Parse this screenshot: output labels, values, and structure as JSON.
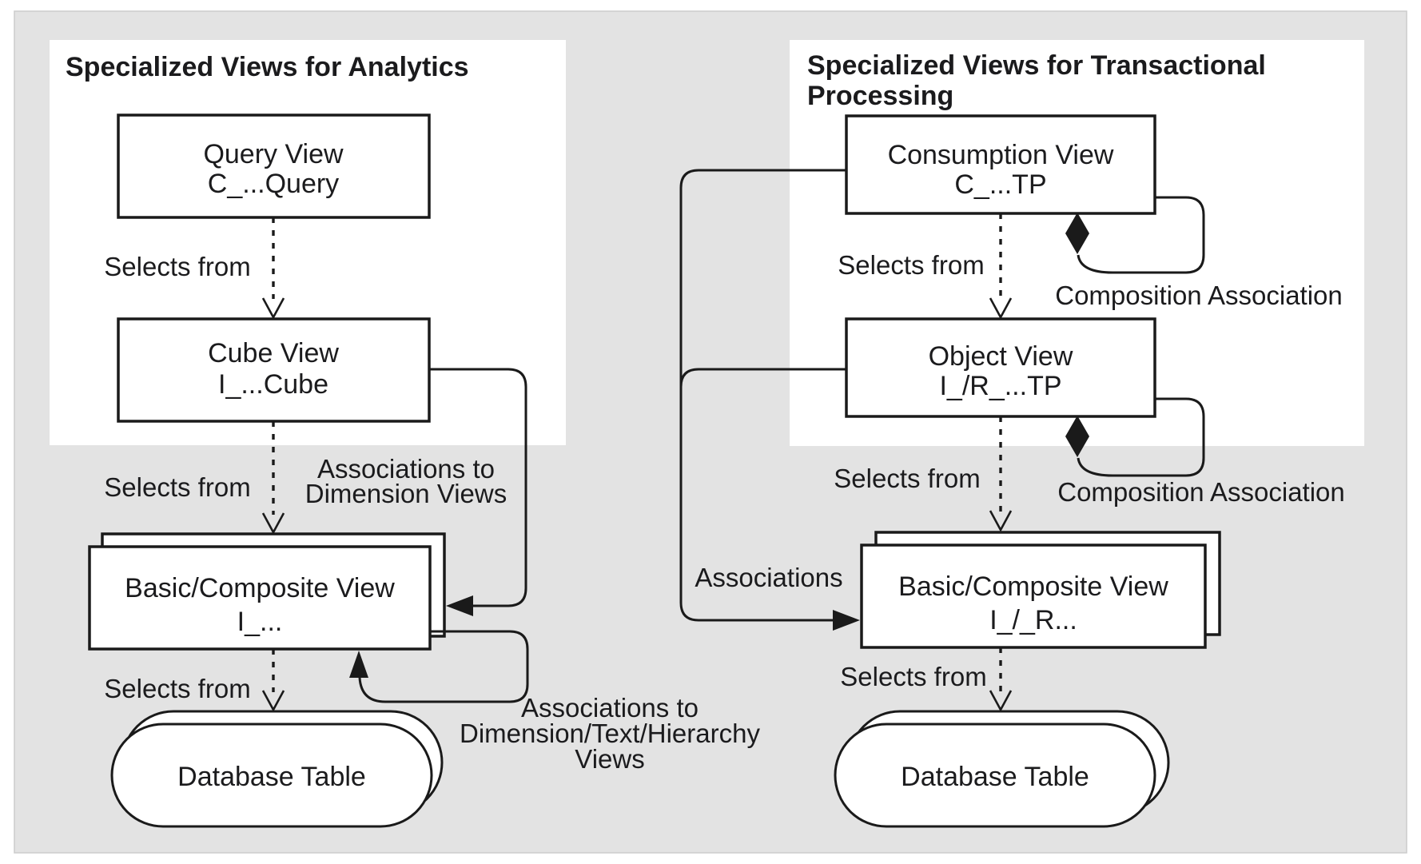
{
  "colors": {
    "page_background": "#ffffff",
    "diagram_background": "#e3e3e3",
    "panel_background": "#ffffff",
    "line": "#1a1a1a",
    "text": "#1b1b1d"
  },
  "analytics": {
    "panel_title": "Specialized Views for Analytics",
    "query_view": {
      "title": "Query View",
      "code": "C_...Query"
    },
    "cube_view": {
      "title": "Cube View",
      "code": "I_...Cube"
    },
    "basic_composite_view": {
      "title": "Basic/Composite View",
      "code": "I_..."
    },
    "database_table": "Database Table",
    "labels": {
      "selects_from_query": "Selects from",
      "selects_from_cube": "Selects from",
      "selects_from_basic": "Selects from",
      "assoc_dimension_1": "Associations to",
      "assoc_dimension_2": "Dimension Views",
      "assoc_dth_1": "Associations to",
      "assoc_dth_2": "Dimension/Text/Hierarchy",
      "assoc_dth_3": "Views"
    }
  },
  "transactional": {
    "panel_title_1": "Specialized Views for Transactional",
    "panel_title_2": "Processing",
    "consumption_view": {
      "title": "Consumption View",
      "code": "C_...TP"
    },
    "object_view": {
      "title": "Object View",
      "code": "I_/R_...TP"
    },
    "basic_composite_view": {
      "title": "Basic/Composite View",
      "code": "I_/_R..."
    },
    "database_table": "Database Table",
    "labels": {
      "selects_from_consumption": "Selects from",
      "selects_from_object": "Selects from",
      "selects_from_basic": "Selects from",
      "associations": "Associations",
      "composition_1": "Composition Association",
      "composition_2": "Composition Association"
    }
  }
}
